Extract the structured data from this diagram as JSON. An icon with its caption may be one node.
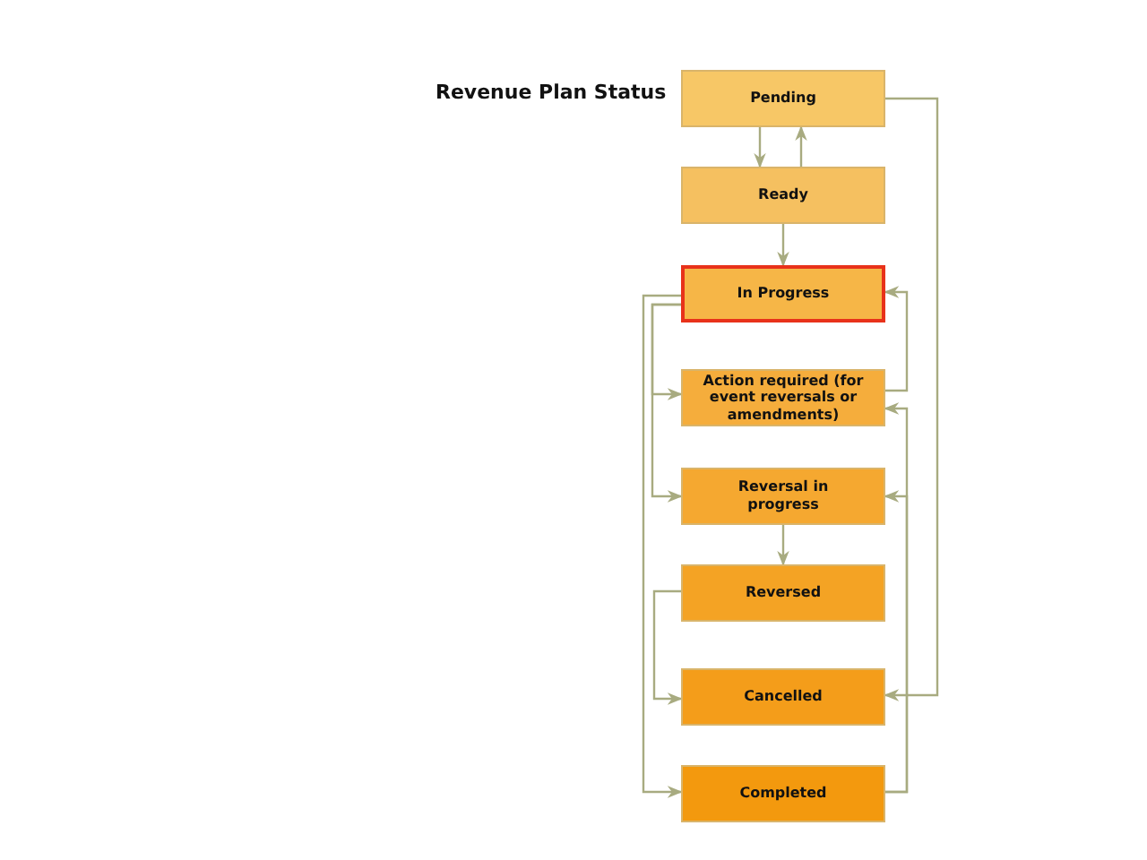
{
  "diagram": {
    "title": "Revenue Plan Status",
    "nodes": [
      {
        "text": [
          "Pending"
        ]
      },
      {
        "text": [
          "Ready"
        ]
      },
      {
        "text": [
          "In Progress"
        ]
      },
      {
        "text": [
          "Action required (for event reversals or amendments)"
        ]
      },
      {
        "text": [
          "Reversal in progress"
        ]
      },
      {
        "text": [
          "Reversed"
        ]
      },
      {
        "text": [
          "Cancelled"
        ]
      },
      {
        "text": [
          "Completed"
        ]
      }
    ],
    "edges": [
      {
        "from": 0,
        "to": 1,
        "arrow": "to"
      },
      {
        "from": 1,
        "to": 0,
        "arrow": "to"
      },
      {
        "from": 1,
        "to": 2,
        "arrow": "to"
      },
      {
        "from": 0,
        "to": 6,
        "arrow": "to"
      },
      {
        "from": 2,
        "to": 7,
        "arrow": "to"
      },
      {
        "from": 2,
        "to": 3,
        "arrow": "to"
      },
      {
        "from": 2,
        "to": 4,
        "arrow": "to"
      },
      {
        "from": 3,
        "to": 2,
        "arrow": "to"
      },
      {
        "from": 7,
        "to": 4,
        "arrow": "to"
      },
      {
        "from": 7,
        "to": 3,
        "arrow": "to"
      },
      {
        "from": 4,
        "to": 5,
        "arrow": "to"
      },
      {
        "from": 5,
        "to": 6,
        "arrow": "to"
      }
    ]
  }
}
